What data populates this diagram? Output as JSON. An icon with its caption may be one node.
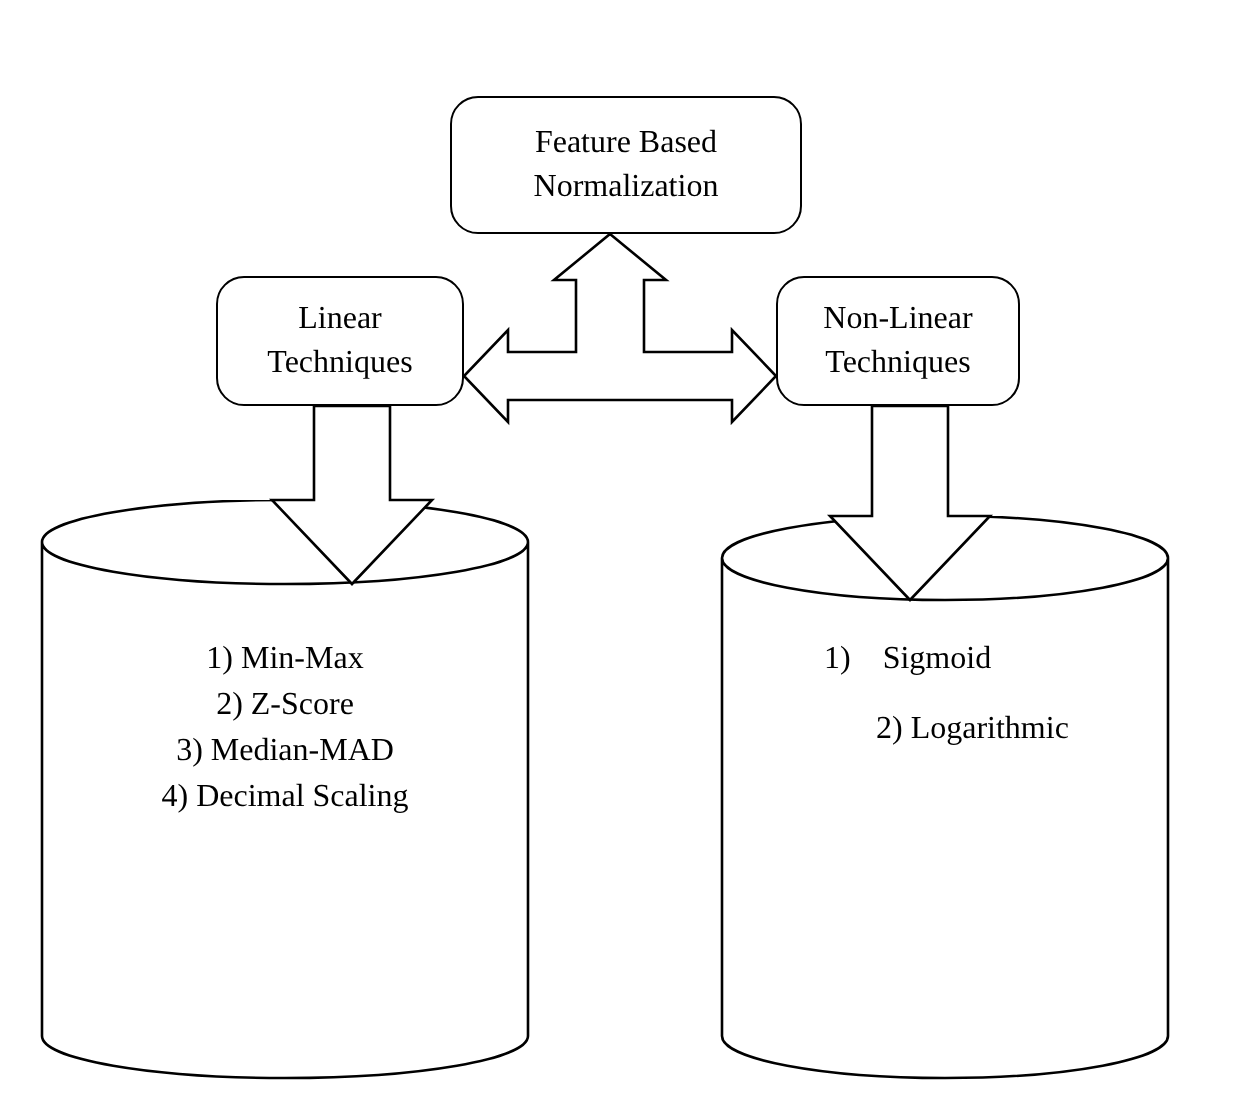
{
  "diagram": {
    "nodes": [
      {
        "text": [
          "Feature Based Normalization"
        ]
      },
      {
        "text": [
          "Linear Techniques"
        ]
      },
      {
        "text": [
          "Non-Linear Techniques"
        ]
      },
      {
        "text": [
          "1) Min-Max",
          "2) Z-Score",
          "3) Median-MAD",
          "4) Decimal Scaling"
        ]
      },
      {
        "text": [
          "1)    Sigmoid",
          "2) Logarithmic"
        ]
      }
    ],
    "edges": [
      {
        "from": 1,
        "to": 0,
        "arrow": "both"
      },
      {
        "from": 2,
        "to": 0,
        "arrow": "both"
      },
      {
        "from": 1,
        "to": 2,
        "arrow": "both"
      },
      {
        "from": 1,
        "to": 3,
        "arrow": "to"
      },
      {
        "from": 2,
        "to": 4,
        "arrow": "to"
      }
    ]
  }
}
